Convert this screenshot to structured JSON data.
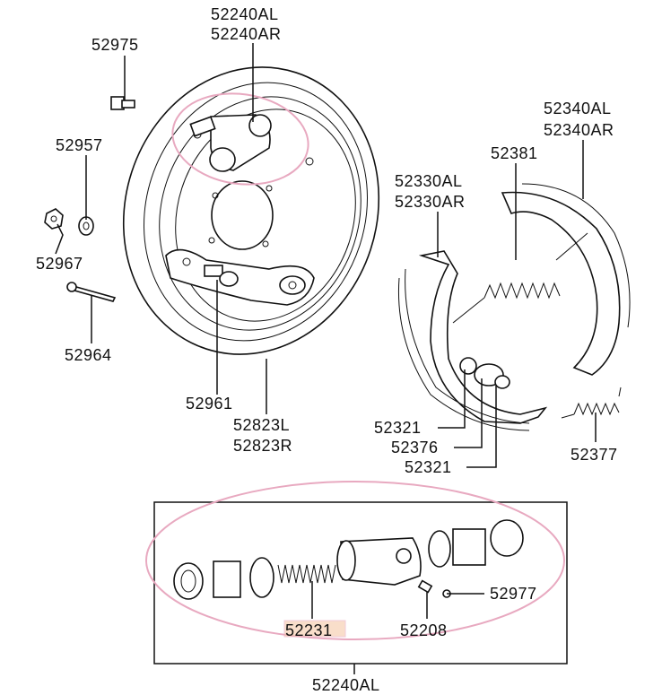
{
  "labels": {
    "p52240AL_top": "52240AL",
    "p52240AR_top": "52240AR",
    "p52975": "52975",
    "p52957": "52957",
    "p52967": "52967",
    "p52964": "52964",
    "p52961": "52961",
    "p52823L": "52823L",
    "p52823R": "52823R",
    "p52340AL": "52340AL",
    "p52340AR": "52340AR",
    "p52381": "52381",
    "p52330AL": "52330AL",
    "p52330AR": "52330AR",
    "p52321_a": "52321",
    "p52376": "52376",
    "p52321_b": "52321",
    "p52377": "52377",
    "p52977": "52977",
    "p52231": "52231",
    "p52208": "52208",
    "p52240AL_bottom": "52240AL"
  },
  "colors": {
    "highlight_ring": "#e8a9c0",
    "highlight_box": "#f6c9a8",
    "line": "#111111"
  }
}
